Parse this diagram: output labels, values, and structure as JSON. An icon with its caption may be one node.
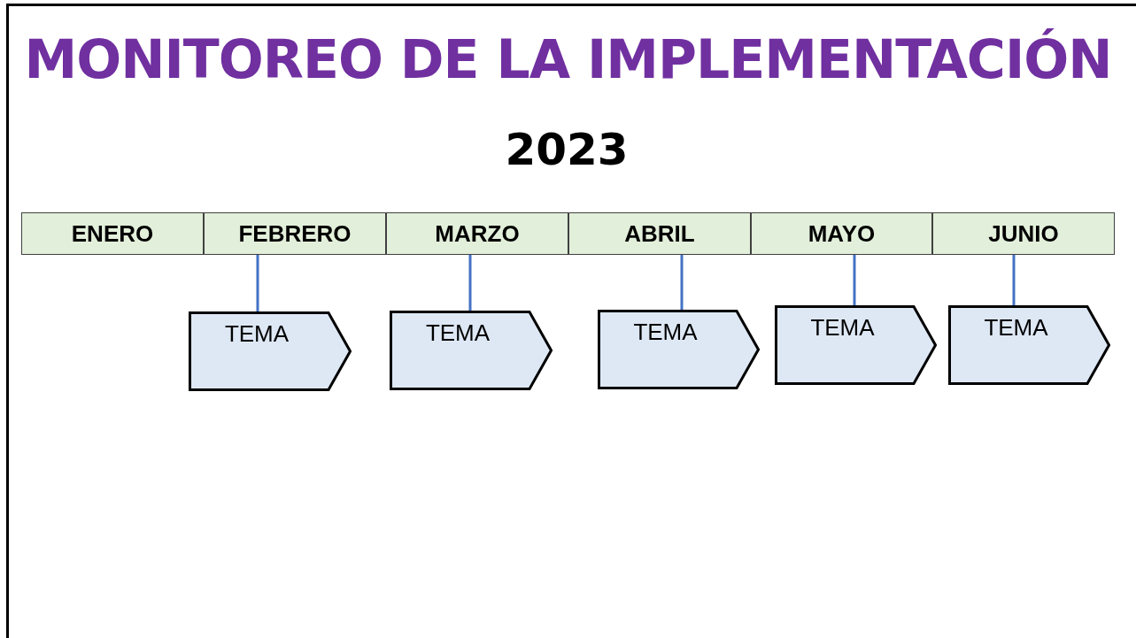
{
  "diagram": {
    "title": "MONITOREO DE LA IMPLEMENTACIÓN",
    "nodes": [
      {
        "text": [
          "ENERO"
        ]
      },
      {
        "text": [
          "FEBRERO"
        ]
      },
      {
        "text": [
          "MARZO"
        ]
      },
      {
        "text": [
          "ABRIL"
        ]
      },
      {
        "text": [
          "MAYO"
        ]
      },
      {
        "text": [
          "JUNIO"
        ]
      },
      {
        "text": [
          "TEMA"
        ]
      },
      {
        "text": [
          "TEMA"
        ]
      },
      {
        "text": [
          "TEMA"
        ]
      },
      {
        "text": [
          "TEMA"
        ]
      },
      {
        "text": [
          "TEMA"
        ]
      }
    ],
    "edges": [
      {
        "from": 1,
        "to": 6,
        "arrow": "none"
      },
      {
        "from": 2,
        "to": 7,
        "arrow": "none"
      },
      {
        "from": 3,
        "to": 8,
        "arrow": "none"
      },
      {
        "from": 4,
        "to": 9,
        "arrow": "none"
      },
      {
        "from": 5,
        "to": 10,
        "arrow": "none"
      }
    ],
    "labels": [
      "2023"
    ]
  }
}
